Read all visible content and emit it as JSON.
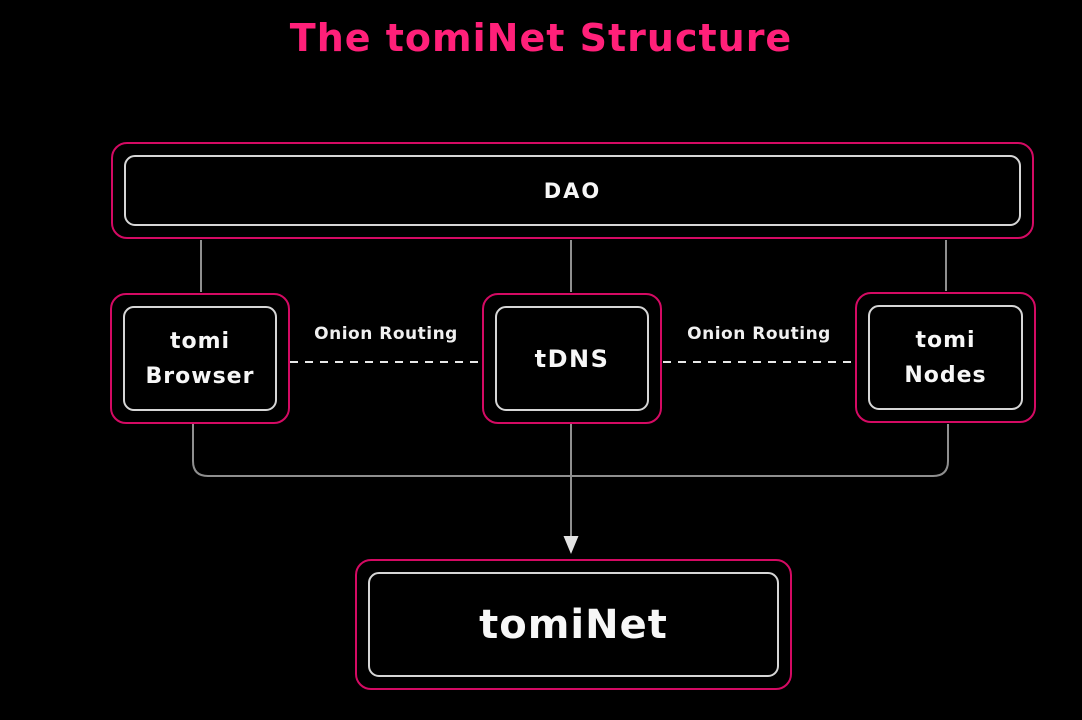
{
  "title": "The tomiNet Structure",
  "colors": {
    "background": "#000000",
    "title_pink": "#ff2079",
    "border_pink": "#d40a63",
    "inner_border": "#d6d6d6",
    "line_gray": "#8f8f8f",
    "dash_white": "#e8e8e8",
    "text_white": "#f7f7f7"
  },
  "nodes": {
    "dao": {
      "label": "DAO"
    },
    "browser": {
      "lines": [
        "tomi",
        "Browser"
      ]
    },
    "tdns": {
      "label": "tDNS"
    },
    "nodes": {
      "lines": [
        "tomi",
        "Nodes"
      ]
    },
    "tominet": {
      "label": "tomiNet"
    }
  },
  "edges": {
    "left_label": "Onion Routing",
    "right_label": "Onion Routing"
  }
}
